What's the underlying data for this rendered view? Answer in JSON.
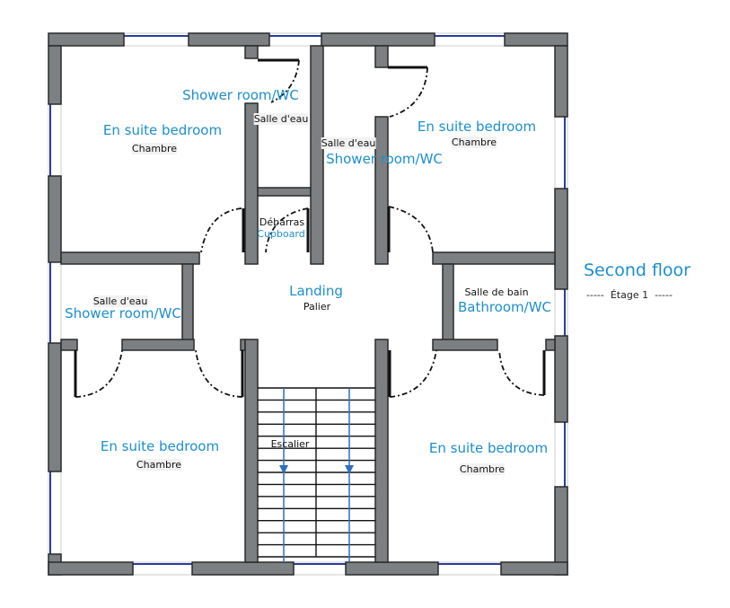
{
  "floor_title": "Second floor",
  "floor_subtitle": "-----  Étage 1  -----",
  "rooms": {
    "top_left_bedroom": {
      "en": "En suite bedroom",
      "fr": "Chambre"
    },
    "top_left_shower": {
      "en": "Shower room/WC",
      "fr": "Salle d'eau"
    },
    "cupboard": {
      "en": "Cupboard",
      "fr": "Débarras"
    },
    "middle_shower": {
      "en": "Shower room/WC",
      "fr": "Salle d'eau"
    },
    "top_right_bedroom": {
      "en": "En suite bedroom",
      "fr": "Chambre"
    },
    "left_shower": {
      "en": "Shower room/WC",
      "fr": "Salle d'eau"
    },
    "landing": {
      "en": "Landing",
      "fr": "Palier"
    },
    "bathroom": {
      "en": "Bathroom/WC",
      "fr": "Salle de bain"
    },
    "bottom_left_bedroom": {
      "en": "En suite bedroom",
      "fr": "Chambre"
    },
    "staircase": {
      "fr": "Escalier"
    },
    "bottom_right_bedroom": {
      "en": "En suite bedroom",
      "fr": "Chambre"
    }
  },
  "colors": {
    "wall": "#7d8083",
    "label_en": "#1c8fcb",
    "window": "#2a3d9a",
    "stair_arrow": "#2e6fc0"
  }
}
